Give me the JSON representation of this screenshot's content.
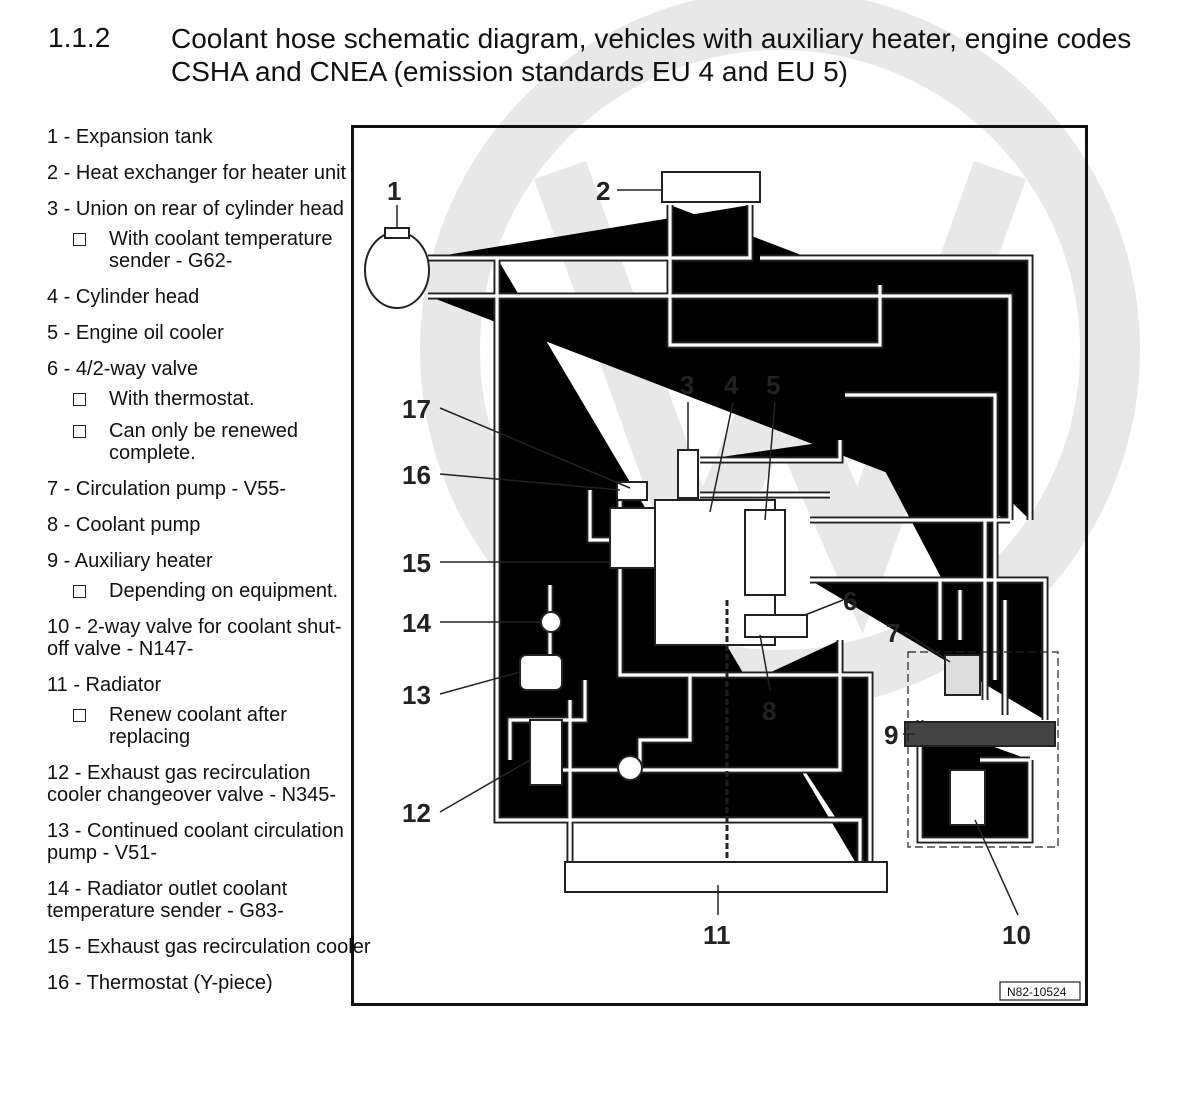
{
  "heading": {
    "number": "1.1.2",
    "title": "Coolant hose schematic diagram, vehicles with auxiliary heater, engine codes CSHA and CNEA (emission standards EU 4 and EU 5)"
  },
  "legend": [
    {
      "text": "1 - Expansion tank",
      "notes": []
    },
    {
      "text": "2 - Heat exchanger for heater unit",
      "notes": []
    },
    {
      "text": "3 - Union on rear of cylinder head",
      "notes": [
        "With coolant temperature sender - G62-"
      ]
    },
    {
      "text": "4 - Cylinder head",
      "notes": []
    },
    {
      "text": "5 - Engine oil cooler",
      "notes": []
    },
    {
      "text": "6 - 4/2-way valve",
      "notes": [
        "With thermostat.",
        "Can only be renewed complete."
      ]
    },
    {
      "text": "7 - Circulation pump - V55-",
      "notes": []
    },
    {
      "text": "8 - Coolant pump",
      "notes": []
    },
    {
      "text": "9 - Auxiliary heater",
      "notes": [
        "Depending on equipment."
      ]
    },
    {
      "text": "10 - 2-way valve for coolant shut-off valve - N147-",
      "notes": []
    },
    {
      "text": "11 - Radiator",
      "notes": [
        "Renew coolant after replacing"
      ]
    },
    {
      "text": "12 - Exhaust gas recirculation cooler changeover valve - N345-",
      "notes": []
    },
    {
      "text": "13 - Continued coolant circulation pump - V51-",
      "notes": []
    },
    {
      "text": "14 - Radiator outlet coolant temperature sender - G83-",
      "notes": []
    },
    {
      "text": "15 - Exhaust gas recirculation cooler",
      "notes": []
    },
    {
      "text": "16 - Thermostat (Y-piece)",
      "notes": []
    }
  ],
  "diagram": {
    "labels": {
      "p1": "1",
      "p2": "2",
      "p3": "3",
      "p4": "4",
      "p5": "5",
      "p6": "6",
      "p7": "7",
      "p8": "8",
      "p9": "9",
      "p10": "10",
      "p11": "11",
      "p12": "12",
      "p13": "13",
      "p14": "14",
      "p15": "15",
      "p16": "16",
      "p17": "17"
    },
    "reference": "N82-10524"
  }
}
